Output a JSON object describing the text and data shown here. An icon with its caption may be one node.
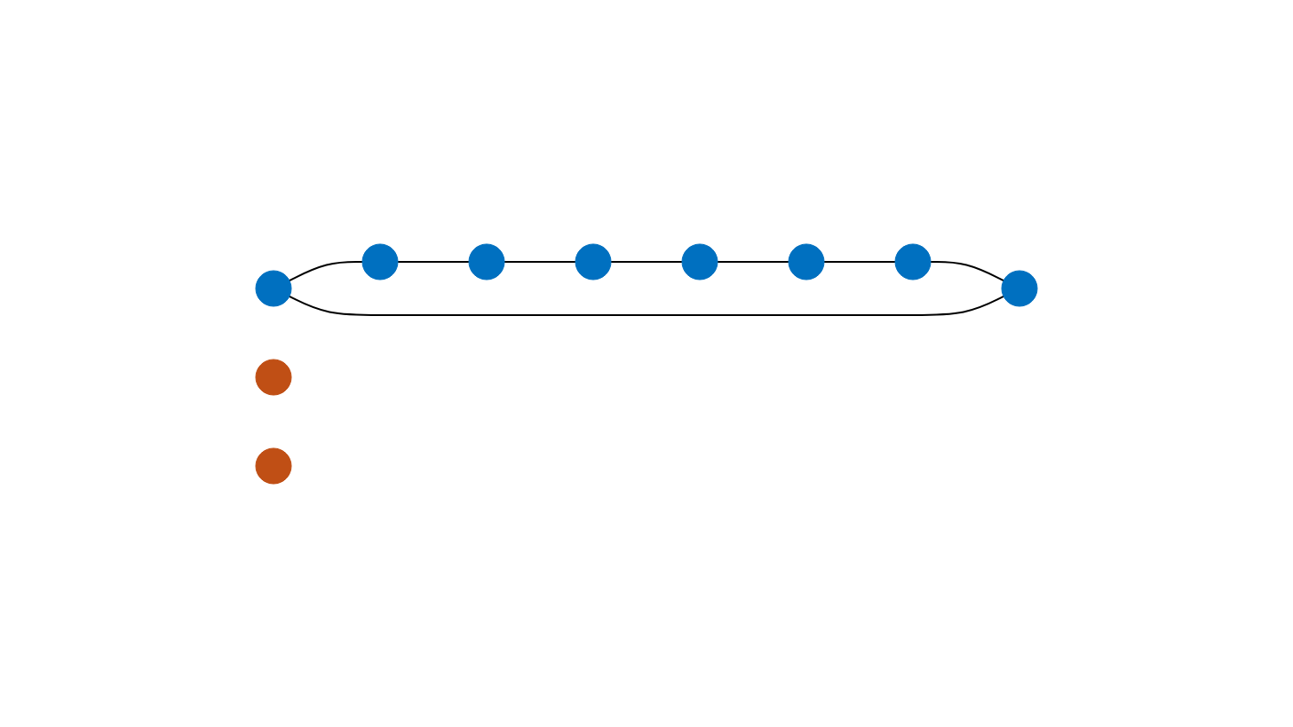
{
  "diagram": {
    "nodes": [
      {
        "text": [],
        "shape": "circle"
      },
      {
        "text": [],
        "shape": "circle"
      },
      {
        "text": [],
        "shape": "circle"
      },
      {
        "text": [],
        "shape": "circle"
      },
      {
        "text": [],
        "shape": "circle"
      },
      {
        "text": [],
        "shape": "circle"
      },
      {
        "text": [],
        "shape": "circle"
      },
      {
        "text": [],
        "shape": "circle"
      },
      {
        "text": [],
        "shape": "circle"
      },
      {
        "text": [],
        "shape": "circle"
      }
    ],
    "edges": [
      {
        "from": 0,
        "to": 1,
        "arrow": "none"
      },
      {
        "from": 1,
        "to": 5,
        "arrow": "none"
      },
      {
        "from": 5,
        "to": 8,
        "arrow": "none"
      },
      {
        "from": 8,
        "to": 9,
        "arrow": "none"
      },
      {
        "from": 9,
        "to": 7,
        "arrow": "none"
      },
      {
        "from": 7,
        "to": 4,
        "arrow": "none"
      },
      {
        "from": 4,
        "to": 2,
        "arrow": "none"
      },
      {
        "from": 2,
        "to": 0,
        "arrow": "none"
      }
    ]
  }
}
